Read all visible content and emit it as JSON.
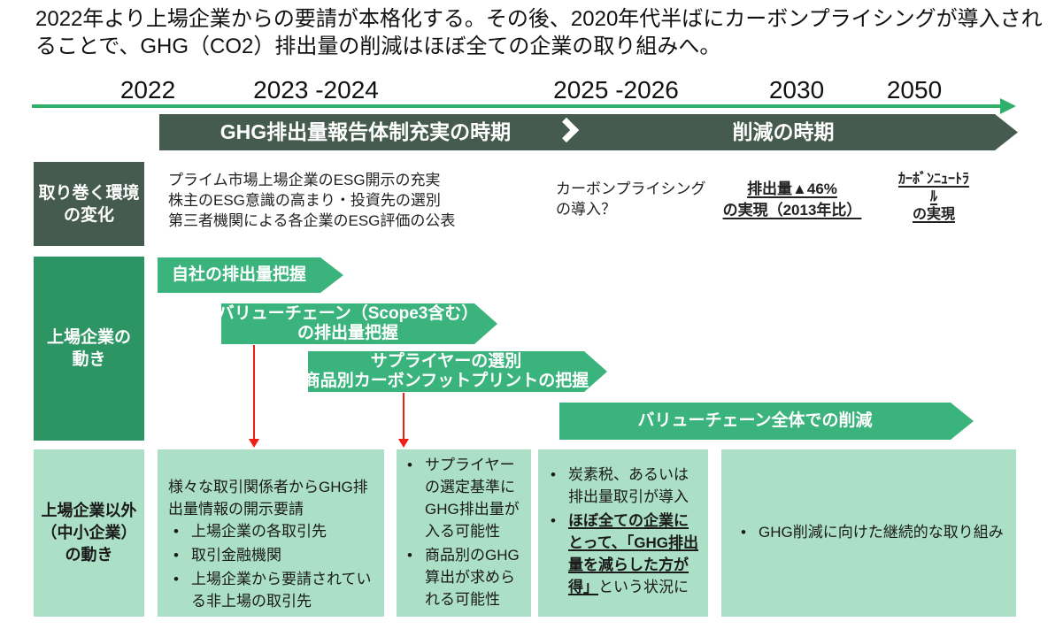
{
  "title": "2022年より上場企業からの要請が本格化する。その後、2020年代半ばにカーボンプライシングが導入されることで、GHG（CO2）排出量の削減はほぼ全ての企業の取り組みへ。",
  "timeline": {
    "years": [
      "2022",
      "2023 -2024",
      "2025 -2026",
      "2030",
      "2050"
    ],
    "phase1": "GHG排出量報告体制充実の時期",
    "phase2": "削減の時期"
  },
  "row_environment": {
    "label": [
      "取り巻く環境",
      "の変化"
    ],
    "col1": [
      "プライム市場上場企業のESG開示の充実",
      "株主のESG意識の高まり・投資先の選別",
      "第三者機関による各企業のESG評価の公表"
    ],
    "col2": [
      "カーボンプライシング",
      "の導入？"
    ],
    "col3": [
      "排出量▲46%",
      "の実現（2013年比）"
    ],
    "col4": [
      "ｶｰﾎﾞﾝﾆｭｰﾄﾗﾙ",
      "の実現"
    ]
  },
  "row_listed": {
    "label": [
      "上場企業の",
      "動き"
    ],
    "arrow1": "自社の排出量把握",
    "arrow2": [
      "バリューチェーン（Scope3含む）",
      "の排出量把握"
    ],
    "arrow3": [
      "サプライヤーの選別",
      "商品別カーボンフットプリントの把握"
    ],
    "arrow4": "バリューチェーン全体での削減"
  },
  "row_unlisted": {
    "label": [
      "上場企業以外",
      "（中小企業）",
      "の動き"
    ],
    "box1": {
      "heading": "様々な取引関係者からGHG排出量情報の開示要請",
      "bullets": [
        "上場企業の各取引先",
        "取引金融機関",
        "上場企業から要請されている非上場の取引先"
      ]
    },
    "box2": {
      "bullets": [
        "サプライヤーの選定基準にGHG排出量が入る可能性",
        "商品別のGHG算出が求められる可能性"
      ]
    },
    "box3": {
      "bullet1": "炭素税、あるいは排出量取引が導入",
      "bullet2_emphasis": "ほぼ全ての企業にとって、「GHG排出量を減らした方が得」",
      "bullet2_rest": "という状況に"
    },
    "box4": {
      "bullets": [
        "GHG削減に向けた継続的な取り組み"
      ]
    }
  },
  "colors": {
    "dark_green": "#455b50",
    "mid_green": "#2d9463",
    "arrow_green": "#3bb37d",
    "light_green": "#abdfc6",
    "timeline_green": "#2fb06b",
    "red": "#f01e13"
  }
}
